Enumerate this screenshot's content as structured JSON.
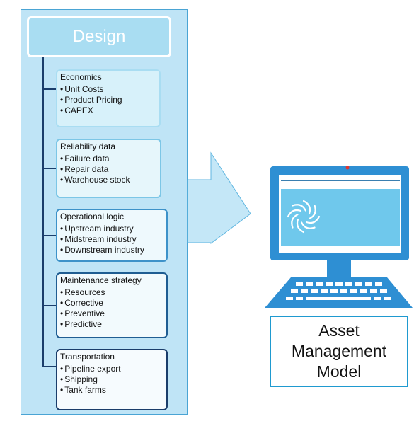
{
  "design_title": "Design",
  "cards": [
    {
      "title": "Economics",
      "items": [
        "Unit Costs",
        "Product Pricing",
        "CAPEX"
      ]
    },
    {
      "title": "Reliability data",
      "items": [
        "Failure data",
        "Repair data",
        "Warehouse stock"
      ]
    },
    {
      "title": "Operational logic",
      "items": [
        "Upstream industry",
        "Midstream industry",
        "Downstream industry"
      ]
    },
    {
      "title": "Maintenance strategy",
      "items": [
        "Resources",
        "Corrective",
        "Preventive",
        "Predictive"
      ]
    },
    {
      "title": "Transportation",
      "items": [
        "Pipeline export",
        "Shipping",
        "Tank farms"
      ]
    }
  ],
  "model_label": [
    "Asset",
    "Management",
    "Model"
  ],
  "colors": {
    "panel": "#bfe4f6",
    "arrow": "#c4e7f7",
    "monitor": "#2e8fd3",
    "navy": "#1a3d6b"
  },
  "icons": [
    "computer-icon",
    "aperture-logo-icon",
    "arrow-icon"
  ]
}
